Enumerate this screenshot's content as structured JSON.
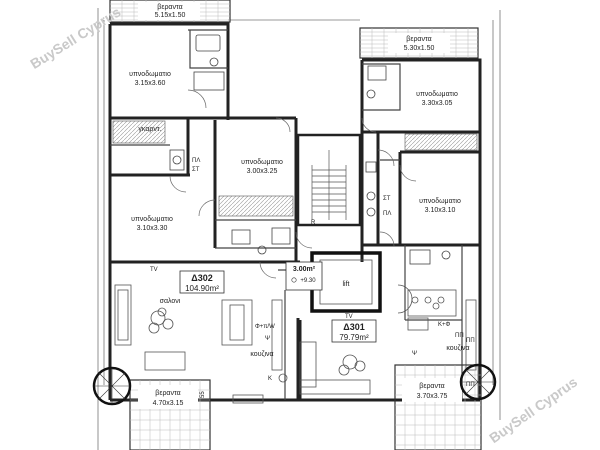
{
  "watermark": {
    "text": "BuySell Cyprus"
  },
  "balconies": {
    "top_left": {
      "name": "βεραντα",
      "dims": "5.15x1.50"
    },
    "top_right": {
      "name": "βεραντα",
      "dims": "5.30x1.50"
    },
    "bottom_left": {
      "name": "βεραντα",
      "dims": "4.70x3.15"
    },
    "bottom_right": {
      "name": "βεραντα",
      "dims": "3.70x3.75"
    }
  },
  "rooms": {
    "bedroom_tl": {
      "name": "υπνοδωματιο",
      "dims": "3.15x3.60"
    },
    "bedroom_tr": {
      "name": "υπνοδωματιο",
      "dims": "3.30x3.05"
    },
    "bedroom_mid": {
      "name": "υπνοδωματιο",
      "dims": "3.00x3.25"
    },
    "bedroom_l2": {
      "name": "υπνοδωματιο",
      "dims": "3.10x3.30"
    },
    "bedroom_r2": {
      "name": "υπνοδωματιο",
      "dims": "3.10x3.10"
    },
    "wardrobe": {
      "name": "γκαρντ."
    },
    "salon": {
      "name": "σαλονι"
    },
    "kitchen_302": {
      "name": "κουζινα"
    },
    "kitchen_301": {
      "name": "κουζινα"
    },
    "lift": {
      "name": "lift"
    }
  },
  "units": {
    "d302": {
      "name": "Δ302",
      "area": "104.90m²"
    },
    "d301": {
      "name": "Δ301",
      "area": "79.79m²"
    }
  },
  "landing": {
    "area": "3.00m²",
    "level": "+9.30"
  },
  "small_labels": {
    "pl_left": "ΠΛ",
    "st_left": "ΣΤ",
    "st_right": "ΣΤ",
    "pl_right": "ΠΛ",
    "tv_left": "TV",
    "tv_right": "TV",
    "fwd": "Φ+π/W",
    "psi_left": "Ψ",
    "psi_right": "Ψ",
    "k_left": "K",
    "kf_right": "K+Φ",
    "pp_right": "ΠΠ",
    "pp_right2": "ΠΠ",
    "stair_letter": "R",
    "pp_bottom": "ΠΠ",
    "dim_bottom": "55"
  }
}
